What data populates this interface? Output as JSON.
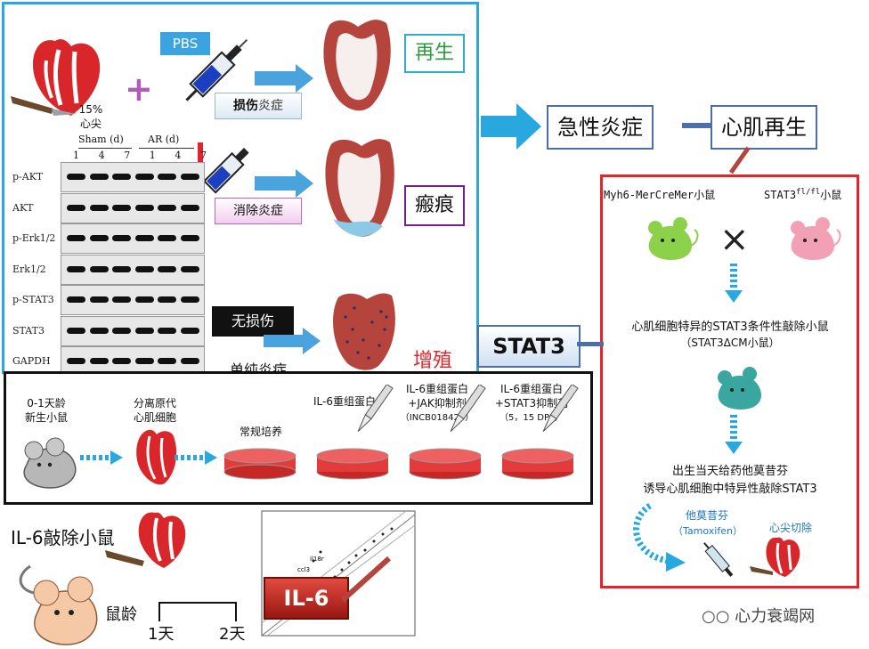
{
  "top_panel": {
    "apex_percent": "15%",
    "apex_label": "心尖",
    "pbs_label": "PBS",
    "injury_label_1a": "损伤",
    "injury_label_1b": "炎症",
    "remove_label_a": "消除",
    "remove_label_b": "炎症",
    "no_injury_label": "无损伤",
    "simple_label": "单纯炎症",
    "result_regeneration": "再生",
    "result_scar": "瘢痕",
    "result_proliferation": "增殖",
    "blot": {
      "header_sham": "Sham (d)",
      "header_ar": "AR (d)",
      "days": [
        "1",
        "4",
        "7",
        "1",
        "4",
        "7"
      ],
      "rows": [
        "p-AKT",
        "AKT",
        "p-Erk1/2",
        "Erk1/2",
        "p-STAT3",
        "STAT3",
        "GAPDH"
      ]
    }
  },
  "summary_chips": {
    "acute_inflammation": "急性炎症",
    "myocardial_regeneration": "心肌再生"
  },
  "stat3_tag": "STAT3",
  "il6_tag": "IL-6",
  "knockout_panel": {
    "strain_left": "Myh6-MerCreMer小鼠",
    "strain_right_prefix": "STAT3",
    "strain_right_sup": "fl/fl",
    "strain_right_suffix": "小鼠",
    "cross_symbol": "×",
    "result_line1": "心肌细胞特异的STAT3条件性敲除小鼠",
    "result_line2": "（STAT3ΔCM小鼠）",
    "treatment_line1": "出生当天给药他莫昔芬",
    "treatment_line2": "诱导心肌细胞中特异性敲除STAT3",
    "drug_cn": "他莫昔芬",
    "drug_en": "（Tamoxifen）",
    "surgery": "心尖切除"
  },
  "culture_panel": {
    "step1_line1": "0-1天龄",
    "step1_line2": "新生小鼠",
    "step2_line1": "分离原代",
    "step2_line2": "心肌细胞",
    "routine": "常规培养",
    "dish1": "IL-6重组蛋白",
    "dish2_line1": "IL-6重组蛋白",
    "dish2_line2": "+JAK抑制剂",
    "dish2_line3": "（INCB018424）",
    "dish3_line1": "IL-6重组蛋白",
    "dish3_line2": "+STAT3抑制剂",
    "dish3_line3": "（5，15 DPP）"
  },
  "bottom_panel": {
    "il6_ko": "IL-6敲除小鼠",
    "age_label": "鼠龄",
    "day1": "1天",
    "day2": "2天",
    "scatter_labels": [
      "il18r",
      "ccl3"
    ]
  },
  "watermark": "心力衰竭网",
  "colors": {
    "frame_blue": "#29a8df",
    "frame_red": "#e0262c",
    "heart_red": "#d9262b",
    "mouse_green": "#8bd24a",
    "mouse_pink": "#f2a0b4",
    "mouse_teal": "#3aa6a0",
    "result_green": "#2a9d3c",
    "result_purple": "#7a1f8a"
  }
}
